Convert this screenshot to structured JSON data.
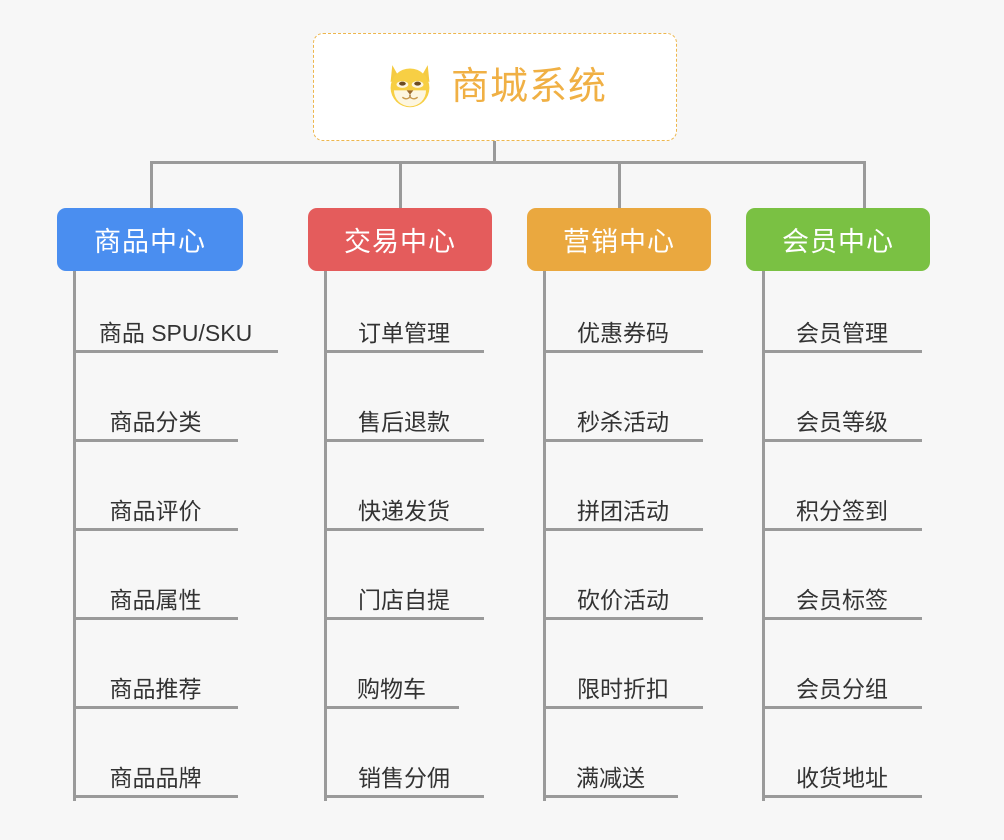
{
  "page": {
    "background_color": "#f7f7f7",
    "line_color": "#9a9a9a"
  },
  "root": {
    "title": "商城系统",
    "icon": "shiba-dog-face-icon",
    "text_color": "#f0b044",
    "border_color": "#edb64d",
    "background_color": "#ffffff"
  },
  "categories": [
    {
      "label": "商品中心",
      "color": "#4a8ef0",
      "items": [
        "商品 SPU/SKU",
        "商品分类",
        "商品评价",
        "商品属性",
        "商品推荐",
        "商品品牌"
      ]
    },
    {
      "label": "交易中心",
      "color": "#e45c5c",
      "items": [
        "订单管理",
        "售后退款",
        "快递发货",
        "门店自提",
        "购物车",
        "销售分佣"
      ]
    },
    {
      "label": "营销中心",
      "color": "#eaa83f",
      "items": [
        "优惠券码",
        "秒杀活动",
        "拼团活动",
        "砍价活动",
        "限时折扣",
        "满减送"
      ]
    },
    {
      "label": "会员中心",
      "color": "#7ac143",
      "items": [
        "会员管理",
        "会员等级",
        "积分签到",
        "会员标签",
        "会员分组",
        "收货地址"
      ]
    }
  ]
}
